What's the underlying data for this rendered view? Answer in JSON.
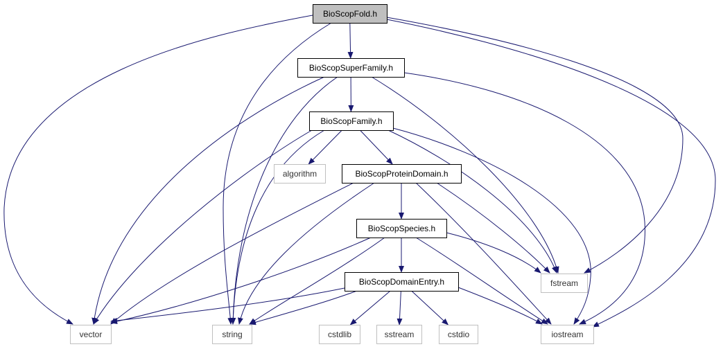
{
  "diagram": {
    "colors": {
      "edge": "#191970",
      "root_fill": "#bfbfbf",
      "header_border": "#000000",
      "system_border": "#bfbfbf",
      "background": "#ffffff"
    },
    "nodes": [
      {
        "id": "n_fold",
        "label": "BioScopFold.h",
        "kind": "root"
      },
      {
        "id": "n_superfamily",
        "label": "BioScopSuperFamily.h",
        "kind": "header"
      },
      {
        "id": "n_family",
        "label": "BioScopFamily.h",
        "kind": "header"
      },
      {
        "id": "n_algorithm",
        "label": "algorithm",
        "kind": "system"
      },
      {
        "id": "n_proteindomain",
        "label": "BioScopProteinDomain.h",
        "kind": "header"
      },
      {
        "id": "n_species",
        "label": "BioScopSpecies.h",
        "kind": "header"
      },
      {
        "id": "n_fstream",
        "label": "fstream",
        "kind": "system"
      },
      {
        "id": "n_domainentry",
        "label": "BioScopDomainEntry.h",
        "kind": "header"
      },
      {
        "id": "n_vector",
        "label": "vector",
        "kind": "system"
      },
      {
        "id": "n_string",
        "label": "string",
        "kind": "system"
      },
      {
        "id": "n_cstdlib",
        "label": "cstdlib",
        "kind": "system"
      },
      {
        "id": "n_sstream",
        "label": "sstream",
        "kind": "system"
      },
      {
        "id": "n_cstdio",
        "label": "cstdio",
        "kind": "system"
      },
      {
        "id": "n_iostream",
        "label": "iostream",
        "kind": "system"
      }
    ],
    "edges": [
      [
        "n_fold",
        "n_superfamily"
      ],
      [
        "n_fold",
        "n_vector"
      ],
      [
        "n_fold",
        "n_string"
      ],
      [
        "n_fold",
        "n_fstream"
      ],
      [
        "n_fold",
        "n_iostream"
      ],
      [
        "n_superfamily",
        "n_family"
      ],
      [
        "n_superfamily",
        "n_vector"
      ],
      [
        "n_superfamily",
        "n_string"
      ],
      [
        "n_superfamily",
        "n_fstream"
      ],
      [
        "n_superfamily",
        "n_iostream"
      ],
      [
        "n_family",
        "n_algorithm"
      ],
      [
        "n_family",
        "n_proteindomain"
      ],
      [
        "n_family",
        "n_vector"
      ],
      [
        "n_family",
        "n_string"
      ],
      [
        "n_family",
        "n_fstream"
      ],
      [
        "n_family",
        "n_iostream"
      ],
      [
        "n_proteindomain",
        "n_species"
      ],
      [
        "n_proteindomain",
        "n_vector"
      ],
      [
        "n_proteindomain",
        "n_string"
      ],
      [
        "n_proteindomain",
        "n_fstream"
      ],
      [
        "n_proteindomain",
        "n_iostream"
      ],
      [
        "n_species",
        "n_domainentry"
      ],
      [
        "n_species",
        "n_vector"
      ],
      [
        "n_species",
        "n_string"
      ],
      [
        "n_species",
        "n_fstream"
      ],
      [
        "n_species",
        "n_iostream"
      ],
      [
        "n_domainentry",
        "n_vector"
      ],
      [
        "n_domainentry",
        "n_string"
      ],
      [
        "n_domainentry",
        "n_cstdlib"
      ],
      [
        "n_domainentry",
        "n_sstream"
      ],
      [
        "n_domainentry",
        "n_cstdio"
      ],
      [
        "n_domainentry",
        "n_iostream"
      ]
    ]
  }
}
